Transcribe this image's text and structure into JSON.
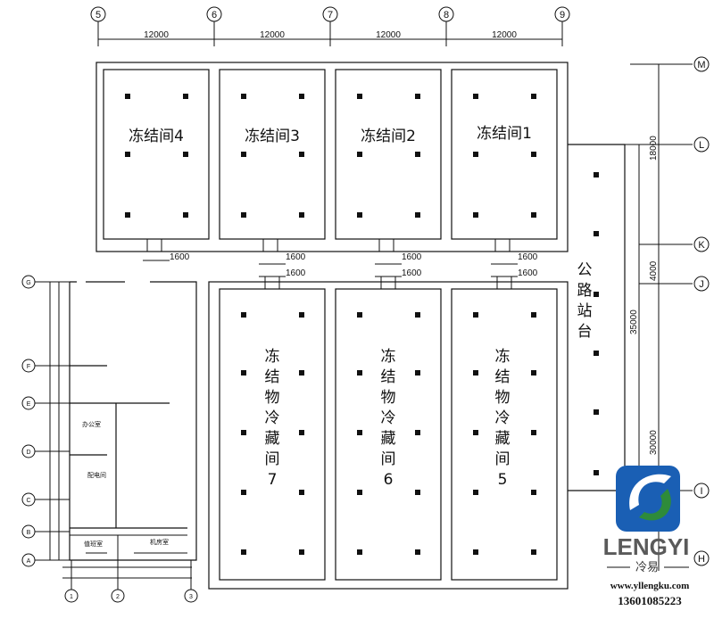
{
  "grid_top": [
    "5",
    "6",
    "7",
    "8",
    "9"
  ],
  "grid_right": [
    "M",
    "L",
    "K",
    "J",
    "I",
    "H"
  ],
  "grid_small_left": [
    "G",
    "F",
    "E",
    "D",
    "C",
    "B",
    "A"
  ],
  "grid_small_bottom": [
    "1",
    "2",
    "3"
  ],
  "dims_top": [
    "12000",
    "12000",
    "12000",
    "12000"
  ],
  "dims_right": [
    "18000",
    "4000",
    "35000",
    "30000"
  ],
  "door_dim": "1600",
  "freeze_rooms": [
    "冻结间4",
    "冻结间3",
    "冻结间2",
    "冻结间1"
  ],
  "cold_rooms": [
    [
      "冻",
      "结",
      "物",
      "冷",
      "藏",
      "间",
      "7"
    ],
    [
      "冻",
      "结",
      "物",
      "冷",
      "藏",
      "间",
      "6"
    ],
    [
      "冻",
      "结",
      "物",
      "冷",
      "藏",
      "间",
      "5"
    ]
  ],
  "platform_label": [
    "公",
    "路",
    "站",
    "台"
  ],
  "small_rooms": [
    "办公室",
    "配电间",
    "值班室",
    "机房室"
  ],
  "logo": {
    "brand": "LENGYI",
    "chinese": "冷易",
    "website": "www.yllengku.com",
    "phone": "13601085223"
  },
  "colors": {
    "logo_blue": "#1a5fb4",
    "logo_green": "#2e8b3a",
    "line": "#111111"
  }
}
